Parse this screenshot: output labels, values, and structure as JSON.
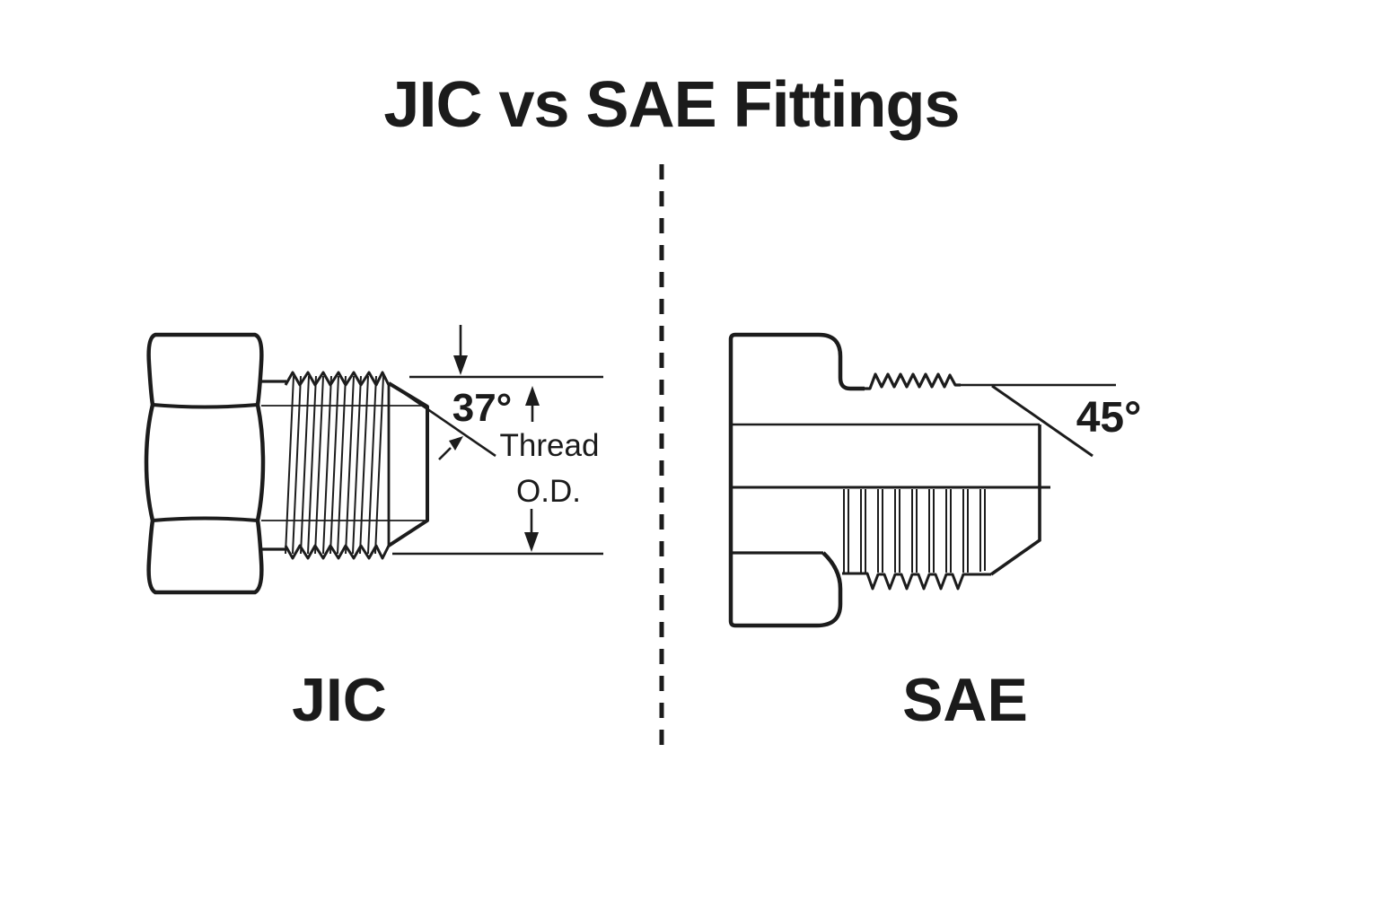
{
  "title": "JIC vs SAE Fittings",
  "jic": {
    "label": "JIC",
    "flare_angle": "37°",
    "dim_label_line1": "Thread",
    "dim_label_line2": "O.D."
  },
  "sae": {
    "label": "SAE",
    "flare_angle": "45°"
  },
  "colors": {
    "ink": "#1c1c1c",
    "background": "#ffffff"
  }
}
